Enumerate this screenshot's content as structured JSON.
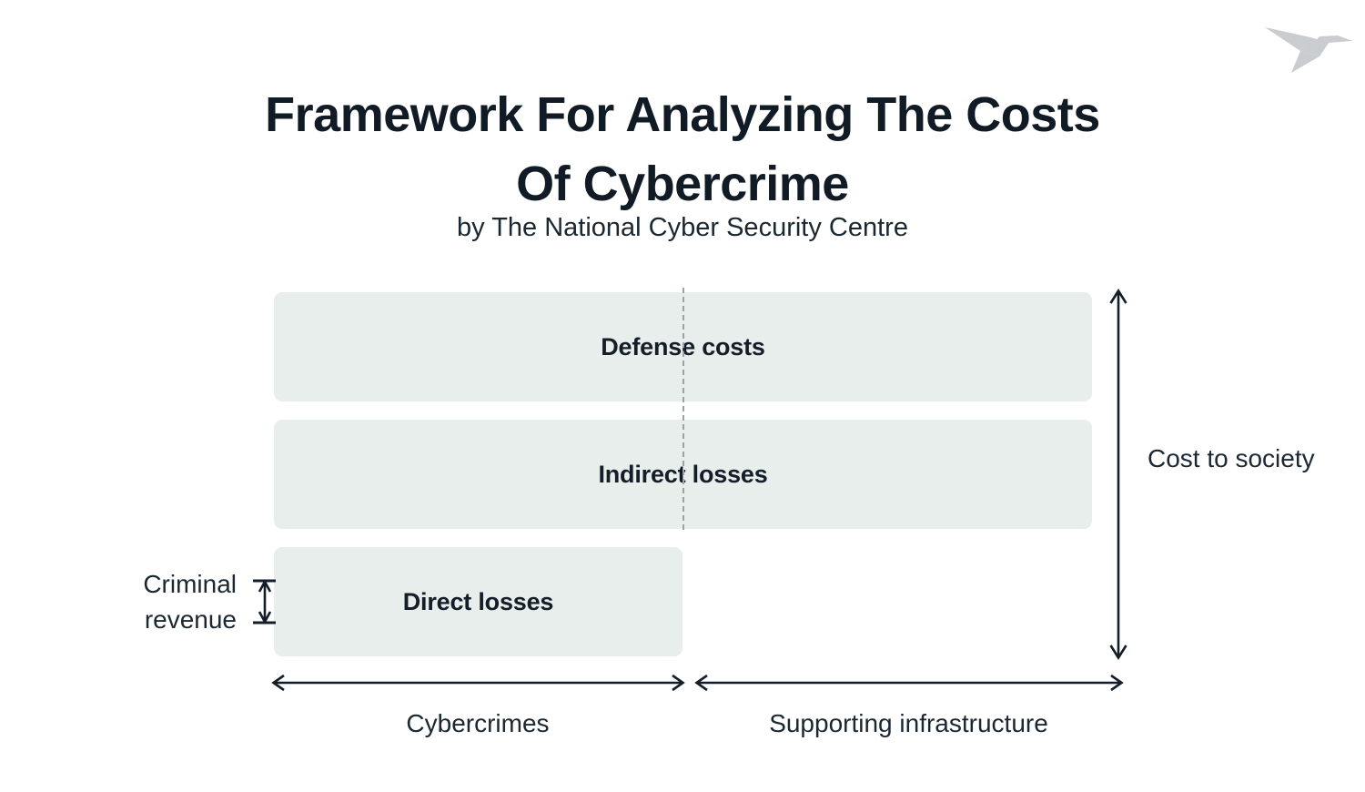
{
  "page": {
    "background": "#ffffff",
    "text_color": "#141e28"
  },
  "logo": {
    "name": "origami-bird-logo",
    "color": "#c9cdcf"
  },
  "header": {
    "title_line1": "Framework For Analyzing The Costs",
    "title_line2": "Of Cybercrime",
    "subtitle": "by The National Cyber Security Centre"
  },
  "chart_data": {
    "type": "bar",
    "title": "Framework For Analyzing The Costs Of Cybercrime",
    "subtitle": "by The National Cyber Security Centre",
    "orientation": "horizontal",
    "bar_fill": "#e7eeec",
    "bar_text_color": "#141e28",
    "categories": [
      "Defense costs",
      "Indirect losses",
      "Direct losses"
    ],
    "values": [
      2,
      2,
      1
    ],
    "value_meaning": "span across segments: 2 = spans both Cybercrimes and Supporting infrastructure, 1 = spans Cybercrimes only",
    "bars": [
      {
        "label": "Defense costs",
        "spans": [
          "Cybercrimes",
          "Supporting infrastructure"
        ]
      },
      {
        "label": "Indirect losses",
        "spans": [
          "Cybercrimes",
          "Supporting infrastructure"
        ]
      },
      {
        "label": "Direct losses",
        "spans": [
          "Cybercrimes"
        ]
      }
    ],
    "x_segments": [
      "Cybercrimes",
      "Supporting infrastructure"
    ],
    "annotations": [
      {
        "name": "criminal-revenue",
        "label": "Criminal revenue",
        "side": "left",
        "covers": [
          "portion of Direct losses"
        ]
      },
      {
        "name": "cost-to-society",
        "label": "Cost to society",
        "side": "right",
        "covers": [
          "Defense costs",
          "Indirect losses",
          "Direct losses"
        ]
      }
    ],
    "divider": {
      "style": "dashed",
      "color": "#9aa4a6",
      "position": "between Cybercrimes and Supporting infrastructure"
    },
    "grid": false,
    "legend": "none"
  },
  "diagram": {
    "bars": [
      {
        "label": "Defense costs"
      },
      {
        "label": "Indirect losses"
      },
      {
        "label": "Direct losses"
      }
    ],
    "annotations": {
      "criminal_revenue": "Criminal revenue",
      "cost_to_society": "Cost to society",
      "cybercrimes": "Cybercrimes",
      "supporting_infrastructure": "Supporting infrastructure"
    }
  }
}
